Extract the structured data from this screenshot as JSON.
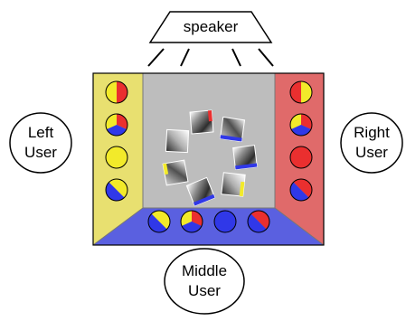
{
  "labels": {
    "speaker": "speaker",
    "left_user_line1": "Left",
    "left_user_line2": "User",
    "right_user_line1": "Right",
    "right_user_line2": "User",
    "middle_user_line1": "Middle",
    "middle_user_line2": "User"
  },
  "colors": {
    "left_wall": "#e8e070",
    "right_wall": "#e06a6a",
    "floor": "#5a60e0",
    "back_wall": "#bdbdbd",
    "yellow": "#f2ea2a",
    "red": "#ea2f2f",
    "blue": "#3038e8",
    "outline": "#000000"
  },
  "token_sets": {
    "left_wall": [
      "yellow-red-split",
      "yellow-red-blue",
      "yellow",
      "yellow-blue-split"
    ],
    "right_wall": [
      "yellow-red-split",
      "yellow-red-blue",
      "red",
      "red-blue-split"
    ],
    "floor": [
      "yellow-blue-split",
      "yellow-red-blue",
      "blue",
      "red-blue-split"
    ]
  },
  "photo_tiles": [
    "grayscale-photo-1",
    "grayscale-photo-2",
    "grayscale-photo-3",
    "grayscale-photo-4",
    "grayscale-photo-5",
    "grayscale-photo-6",
    "grayscale-photo-7"
  ]
}
